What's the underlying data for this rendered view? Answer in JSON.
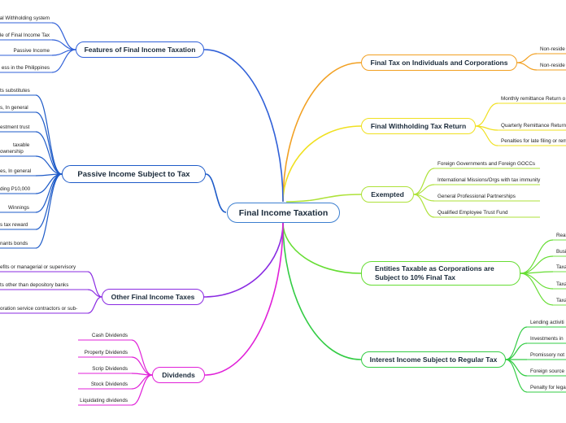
{
  "center": {
    "label": "Final Income Taxation"
  },
  "colors": {
    "center_border": "#3c7fd0",
    "features": "#3060d8",
    "passive": "#1e5bc8",
    "other": "#8a2be2",
    "dividends": "#e020d8",
    "final_tax": "#f2a022",
    "withholding": "#f0e020",
    "exempted": "#aee23a",
    "entities": "#66dd33",
    "interest": "#33cc44"
  },
  "branches": {
    "features": {
      "label": "Features of Final Income Taxation",
      "items": [
        "al Withholding system",
        "le of Final Income Tax",
        "Passive Income",
        "ess in the Philippines"
      ]
    },
    "passive": {
      "label": "Passive Income Subject to Tax",
      "items": [
        "ts substitutes",
        "s, In general",
        "estment trust",
        "taxable",
        "ownership",
        "es, In general",
        "ding P10,000",
        "Winnings",
        "s tax reward",
        "nants bonds"
      ]
    },
    "other": {
      "label": "Other Final Income Taxes",
      "items": [
        "efits or managerial or supervisory",
        "ts other than depository banks",
        "oration service contractors or sub-"
      ]
    },
    "dividends": {
      "label": "Dividends",
      "items": [
        "Cash Dividends",
        "Property Dividends",
        "Scrip Dividends",
        "Stock Dividends",
        "Liquidating dividends"
      ]
    },
    "final_tax": {
      "label": "Final Tax on Individuals and Corporations",
      "items": [
        "Non-reside",
        "Non-reside"
      ]
    },
    "withholding": {
      "label": "Final Withholding Tax Return",
      "items": [
        "Monthly remittance Return o",
        "Quarterly Remittance Return",
        "Penalties for late filing or rem"
      ]
    },
    "exempted": {
      "label": "Exempted",
      "items": [
        "Foreign Governments and Foreign GOCCs",
        "International Missions/Orgs with tax immunity",
        "General Professional Partnerships",
        "Qualified Employee Trust Fund"
      ]
    },
    "entities": {
      "label": "Entities Taxable as Corporations are Subject to 10% Final Tax",
      "items": [
        "Real",
        "Busi",
        "Taxa",
        "Taxa",
        "Taxa"
      ]
    },
    "interest": {
      "label": "Interest Income Subject to Regular Tax",
      "items": [
        "Lending activiti",
        "Investments in",
        "Promissory not",
        "Foreign source",
        "Penalty for lega"
      ]
    }
  }
}
